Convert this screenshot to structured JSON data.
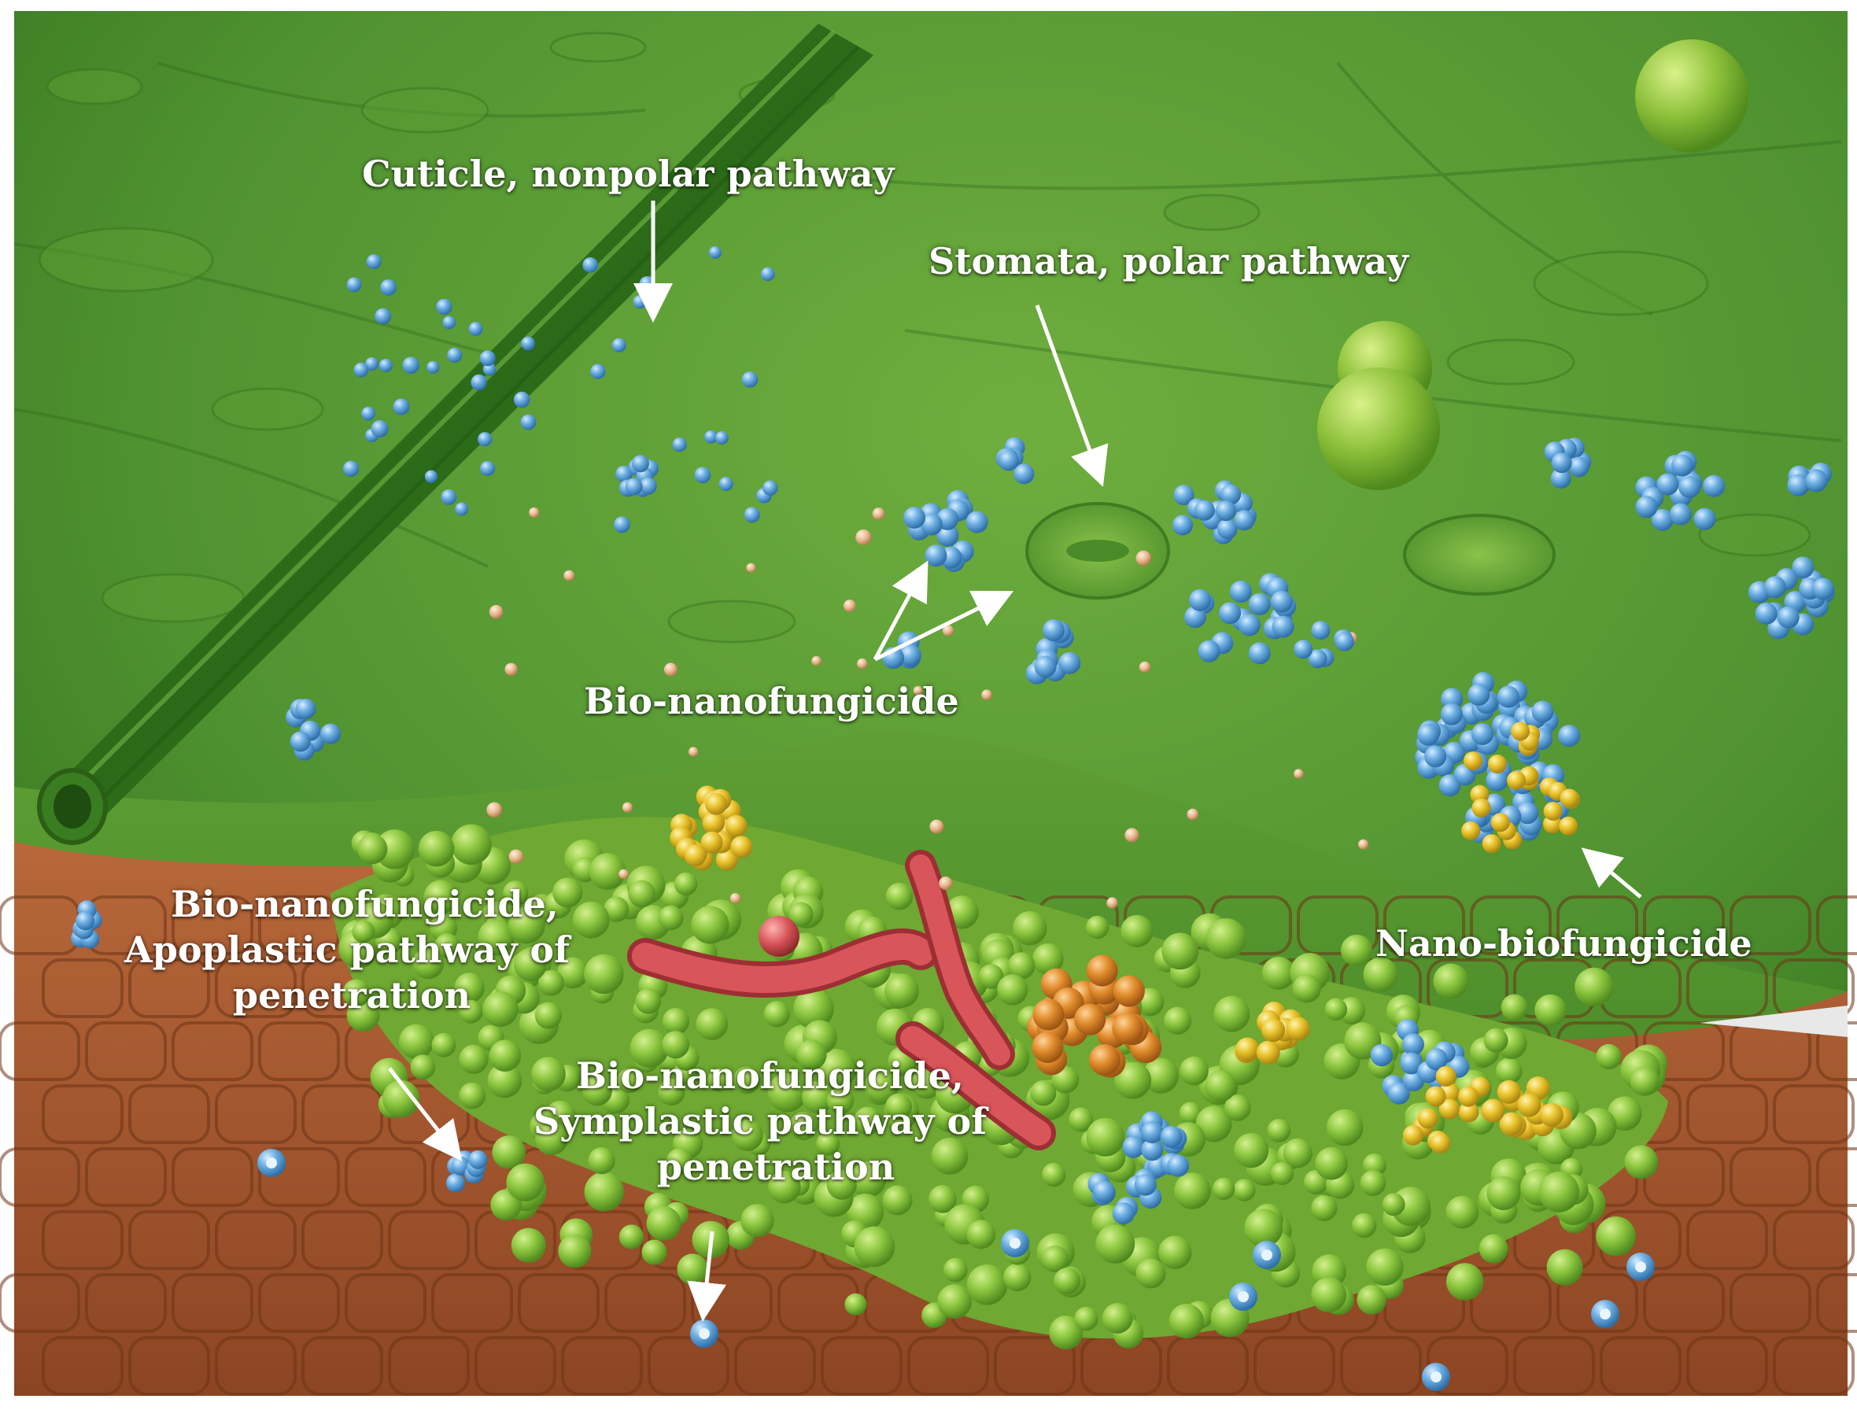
{
  "labels": {
    "cuticle": "Cuticle, nonpolar pathway",
    "stomata": "Stomata, polar pathway",
    "bio_nano_center": "Bio-nanofungicide",
    "nano_bio": "Nano-biofungicide",
    "apoplastic": [
      "Bio-nanofungicide,",
      "Apoplastic pathway of",
      "penetration"
    ],
    "symplastic": [
      "Bio-nanofungicide,",
      "Symplastic pathway of",
      "penetration"
    ]
  },
  "colors": {
    "leaf_dark": "#3f7f22",
    "leaf_light": "#6aab3a",
    "vein": "#2f6e1c",
    "mesophyll": "#8cc63f",
    "epidermis_brown": "#a85a32",
    "nano_blue": "#5aa0d8",
    "nano_yellow": "#e9c229",
    "pathogen_red": "#d8555a",
    "arrow": "#ffffff"
  },
  "icons": {
    "nanoparticle": "blue-sphere-cluster-icon",
    "droplet": "green-droplet-icon",
    "pathogen": "red-hypha-icon"
  }
}
